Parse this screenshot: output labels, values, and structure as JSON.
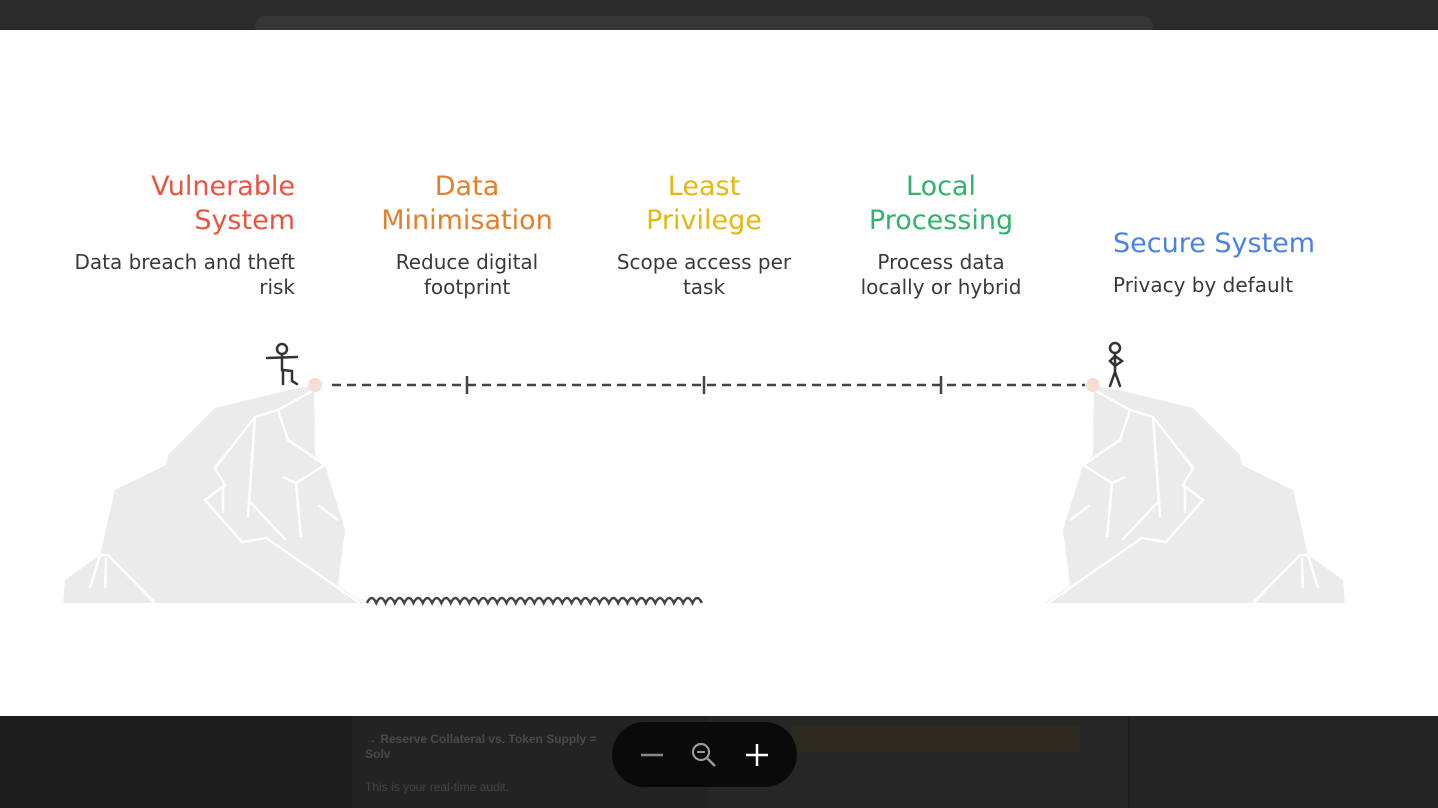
{
  "steps": [
    {
      "title_line1": "Vulnerable",
      "title_line2": "System",
      "desc_line1": "Data breach and theft",
      "desc_line2": "risk",
      "color": "#e9533f"
    },
    {
      "title_line1": "Data",
      "title_line2": "Minimisation",
      "desc_line1": "Reduce digital",
      "desc_line2": "footprint",
      "color": "#e57f2a"
    },
    {
      "title_line1": "Least",
      "title_line2": "Privilege",
      "desc_line1": "Scope access per",
      "desc_line2": "task",
      "color": "#e4b713"
    },
    {
      "title_line1": "Local",
      "title_line2": "Processing",
      "desc_line1": "Process data",
      "desc_line2": "locally or hybrid",
      "color": "#30b36c"
    },
    {
      "title_line1": "Secure System",
      "title_line2": "",
      "desc_line1": "Privacy by default",
      "desc_line2": "",
      "color": "#4a82e3"
    }
  ],
  "background": {
    "line1": "→ Reserve Collateral vs. Token Supply = Solv",
    "line2": "This is your real-time audit."
  },
  "zoom_toolbar": {
    "icons": [
      "minus-icon",
      "zoom-reset-icon",
      "plus-icon"
    ]
  }
}
